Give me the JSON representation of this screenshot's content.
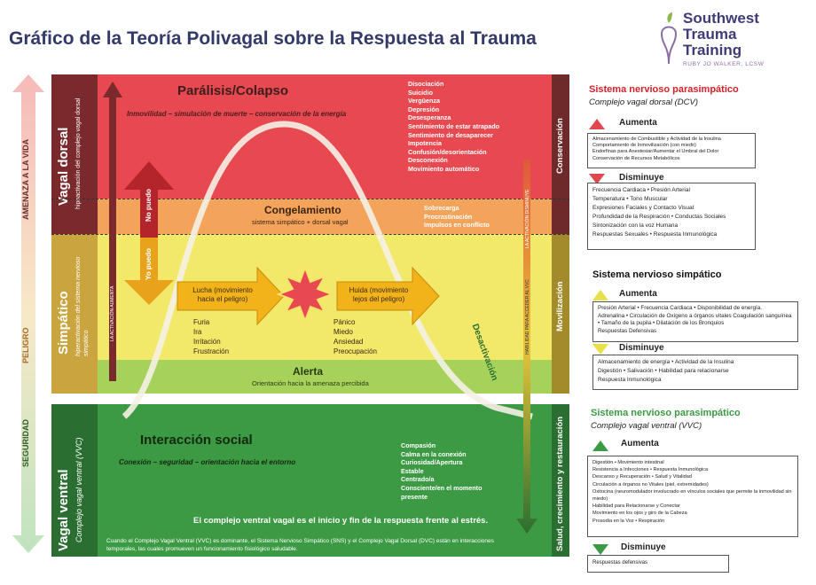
{
  "header": {
    "title": "Gráfico de la Teoría Polivagal sobre la Respuesta al Trauma",
    "logo_line1": "Southwest",
    "logo_line2": "Trauma",
    "logo_line3": "Training",
    "logo_sub": "RUBY JO WALKER, LCSW"
  },
  "left_axis": {
    "threat": "AMENAZA A LA VIDA",
    "danger": "PELIGRO",
    "safety": "SEGURIDAD"
  },
  "zones": {
    "dorsal_title": "Vagal dorsal",
    "dorsal_sub": "hipoactivación del complejo vagal dorsal",
    "sympathetic_title": "Simpático",
    "sympathetic_sub": "hiperactivación del sistema nervioso simpático",
    "ventral_title": "Vagal ventral",
    "ventral_sub": "Complejo vagal ventral (VVC)"
  },
  "paralysis": {
    "title": "Parálisis/Colapso",
    "subtitle": "Inmovilidad – simulación de muerte – conservación de la energía",
    "symptoms": [
      "Disociación",
      "Suicidio",
      "Vergüenza",
      "Depresión",
      "Desesperanza",
      "Sentimiento de estar atrapado",
      "Sentimiento de desaparecer",
      "Impotencia",
      "Confusión/desorientación",
      "Desconexión",
      "Movimiento automático"
    ]
  },
  "freeze": {
    "title": "Congelamiento",
    "subtitle": "sistema simpático + dorsal vagal",
    "symptoms": [
      "Sobrecarga",
      "Procrastinación",
      "Impulsos en conflicto"
    ]
  },
  "fight": {
    "label": "Lucha (movimiento hacia el peligro)",
    "symptoms": [
      "Furia",
      "Ira",
      "Irritación",
      "Frustración"
    ]
  },
  "flight": {
    "label": "Huida (movimiento lejos del peligro)",
    "symptoms": [
      "Pánico",
      "Miedo",
      "Ansiedad",
      "Preocupación"
    ]
  },
  "alert": {
    "title": "Alerta",
    "subtitle": "Orientación hacia la amenaza percibida"
  },
  "social": {
    "title": "Interacción social",
    "subtitle": "Conexión – seguridad – orientación hacia el entorno",
    "symptoms": [
      "Compasión",
      "Calma en la conexión",
      "Curiosidad/Apertura",
      "Estable",
      "Centrado/a",
      "Consciente/en el momento",
      "presente"
    ],
    "statement": "El complejo ventral vagal es el inicio y fin de la respuesta frente al estrés.",
    "note": "Cuando el Complejo Vagal Ventral (VVC) es dominante, el Sistema Nervioso Simpático (SNS) y el Complejo Vagal Dorsal (DVC) están en interacciones temporales, las cuales promueven un funcionamiento fisiológico saludable."
  },
  "arrows": {
    "no_puedo": "No puedo",
    "yo_puedo": "Yo puedo",
    "activation_up": "LA ACTIVACIÓN AUMENTA",
    "desactivation": "Desactivación",
    "activation_down": "LA ACTIVACIÓN DISMINUYE",
    "ability": "HABILIDAD PARA ACCEDER AL VVC"
  },
  "right_bar": {
    "conservation": "Conservación",
    "mobilization": "Movilización",
    "health": "Salud, crecimiento y restauración"
  },
  "panels": {
    "dcv_title": "Sistema nervioso parasimpático",
    "dcv_sub": "Complejo vagal dorsal (DCV)",
    "snc_title": "Sistema nervioso simpático",
    "vvc_title": "Sistema nervioso parasimpático",
    "vvc_sub": "Complejo vagal ventral (VVC)",
    "increase": "Aumenta",
    "decrease": "Disminuye",
    "dcv_up": "Almacenamiento de Combustible y Actividad de la Insulina\nComportamiento de Inmovilización (con miedo)\nEndorfinas para Anestesiar/Aumentar el Umbral del Dolor\nConservación de Recursos Metabólicos",
    "dcv_down": "Frecuencia Cardiaca • Presión Arterial\nTemperatura • Tono Muscular\nExpresiones Faciales y Contacto Visual\nProfundidad de la Respiración • Conductas Sociales\nSintonización con la voz Humana\nRespuestas Sexuales • Respuesta Inmunológica",
    "snc_up": "Presión Arterial • Frecuencia Cardiaca • Disponibilidad de energía.\nAdrenalina • Circulación de Oxígeno a órganos vitales Coagulación sanguínea • Tamaño de la pupila • Dilatación de los Bronquios\nRespuestas Defensivas",
    "snc_down": "Almacenamiento de energía • Actividad de la Insulina\nDigestión • Salivación • Habilidad para relacionarse\nRespuesta Inmunológica",
    "vvc_up": "Digestión • Movimiento intestinal\nResistencia a Infecciones • Respuesta Inmunológica\nDescanso y Recuperación • Salud y Vitalidad\nCirculación a órganos no Vitales (piel, extremidades)\nOxitocina (neuromodulador involucrado en vínculos sociales que permite la inmovilidad sin miedo)\nHabilidad para Relacionarse y Conectar\nMovimiento en los ojos y giro de la Cabeza\nProsodia en la Voz • Respiración",
    "vvc_down": "Respuestas defensivas"
  },
  "colors": {
    "red": "#e8484f",
    "orange": "#f4a35a",
    "yellow": "#f2e86a",
    "green_light": "#a6d25c",
    "green": "#3b9a43",
    "title": "#333a68"
  }
}
